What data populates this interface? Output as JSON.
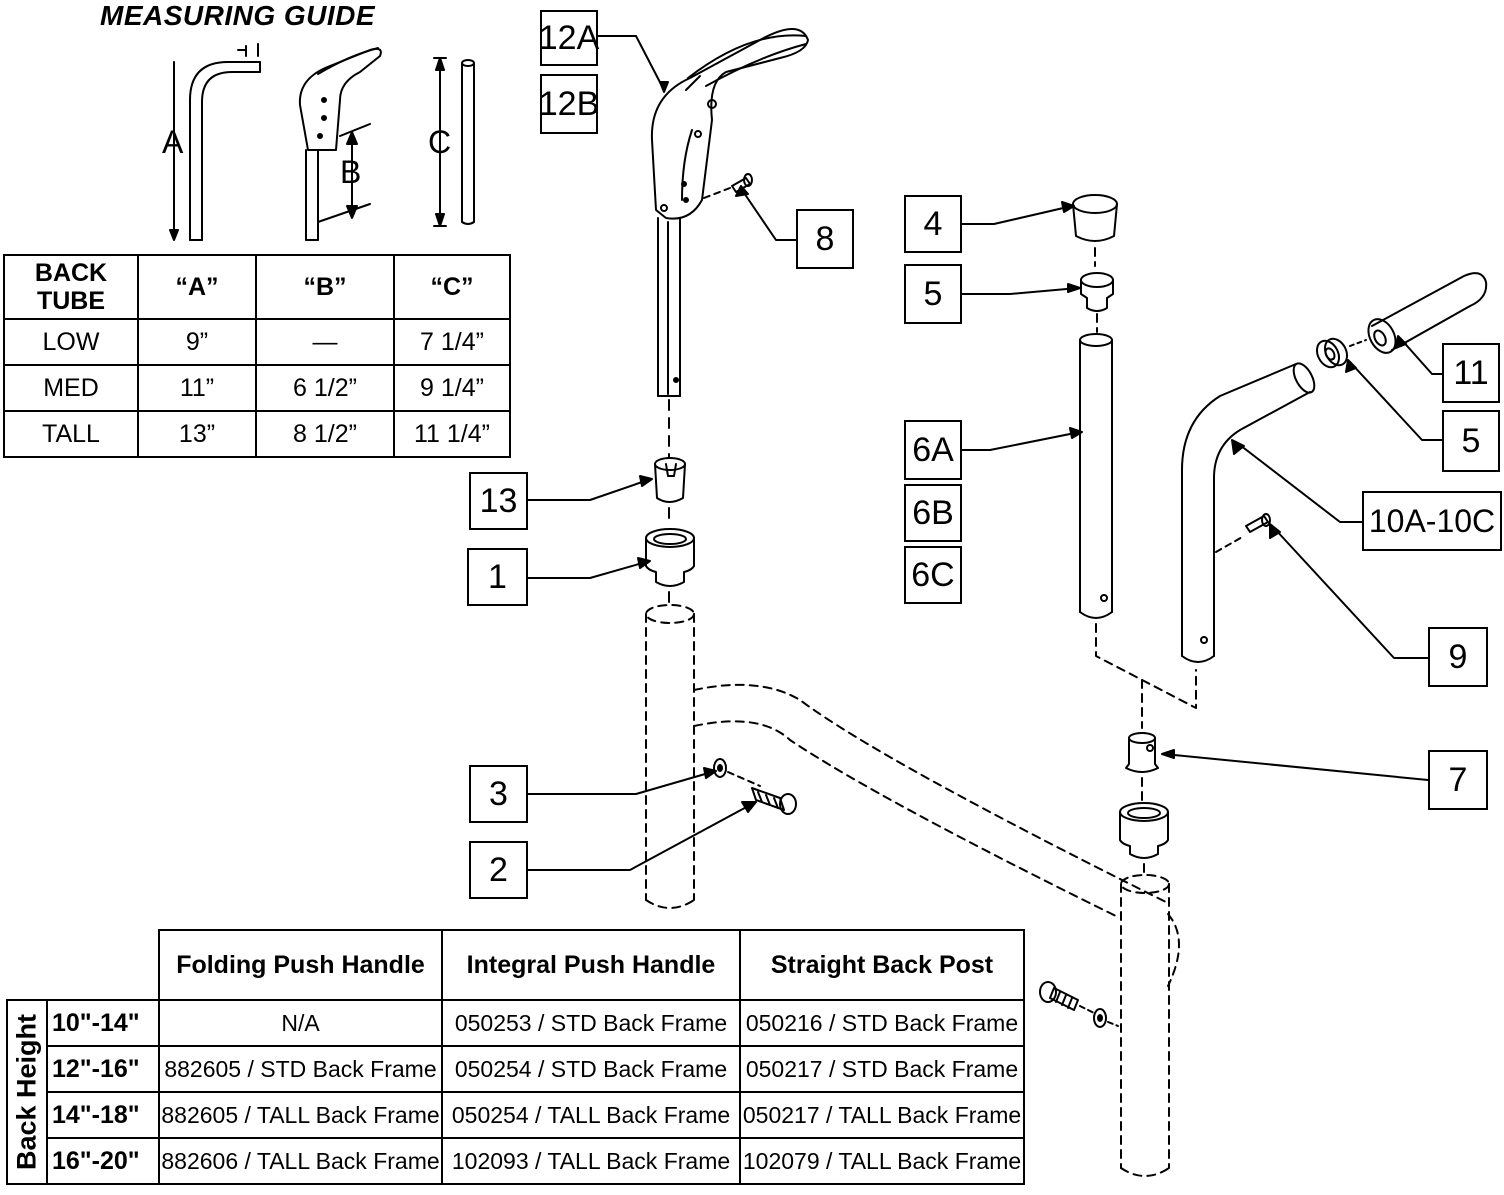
{
  "guide": {
    "title": "MEASURING GUIDE",
    "dim_a": "A",
    "dim_b": "B",
    "dim_c": "C"
  },
  "back_tube_table": {
    "headers": [
      "BACK TUBE",
      "“A”",
      "“B”",
      "“C”"
    ],
    "rows": [
      [
        "LOW",
        "9”",
        "—",
        "7 1/4”"
      ],
      [
        "MED",
        "11”",
        "6 1/2”",
        "9 1/4”"
      ],
      [
        "TALL",
        "13”",
        "8 1/2”",
        "11 1/4”"
      ]
    ]
  },
  "callouts": {
    "c12a": "12A",
    "c12b": "12B",
    "c8": "8",
    "c13": "13",
    "c1": "1",
    "c3": "3",
    "c2": "2",
    "c4": "4",
    "c5a": "5",
    "c6a": "6A",
    "c6b": "6B",
    "c6c": "6C",
    "c11": "11",
    "c5b": "5",
    "c10": "10A-10C",
    "c9": "9",
    "c7": "7"
  },
  "parts_table": {
    "side_label": "Back Height",
    "headers": [
      "Folding Push Handle",
      "Integral Push Handle",
      "Straight Back Post"
    ],
    "rows": [
      {
        "height": "10\"-14\"",
        "cells": [
          "N/A",
          "050253 / STD Back Frame",
          "050216 / STD Back Frame"
        ]
      },
      {
        "height": "12\"-16\"",
        "cells": [
          "882605 / STD Back Frame",
          "050254 / STD Back Frame",
          "050217 / STD Back Frame"
        ]
      },
      {
        "height": "14\"-18\"",
        "cells": [
          "882605 / TALL Back Frame",
          "050254 / TALL Back Frame",
          "050217 / TALL Back Frame"
        ]
      },
      {
        "height": "16\"-20\"",
        "cells": [
          "882606 / TALL Back Frame",
          "102093 / TALL Back Frame",
          "102079 / TALL Back Frame"
        ]
      }
    ]
  }
}
